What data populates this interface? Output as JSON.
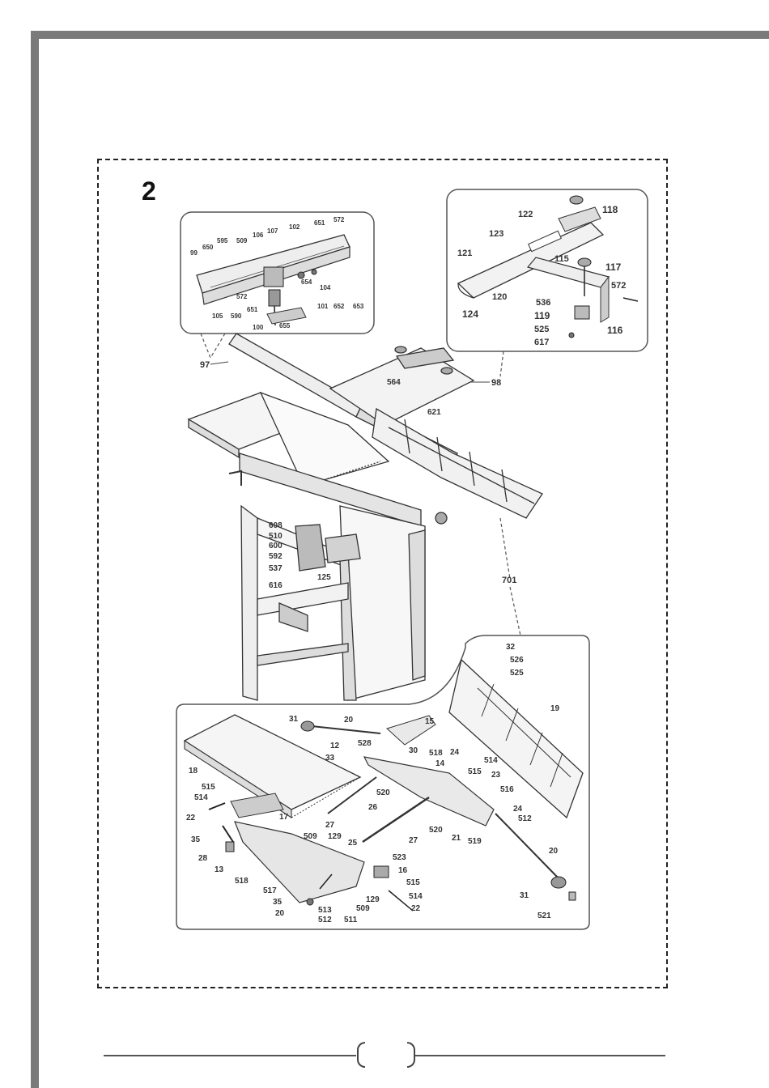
{
  "figure": {
    "number": "2",
    "labels": {
      "l97": "97",
      "l98": "98",
      "l701": "701",
      "t99": "99",
      "t650": "650",
      "t595": "595",
      "t106": "106",
      "t509": "509",
      "t107": "107",
      "t102": "102",
      "t651a": "651",
      "t572a": "572",
      "t654": "654",
      "t104": "104",
      "t572b": "572",
      "t651b": "651",
      "t101": "101",
      "t652": "652",
      "t653": "653",
      "t105": "105",
      "t590": "590",
      "t100": "100",
      "t655": "655",
      "r118": "118",
      "r122": "122",
      "r123": "123",
      "r121": "121",
      "r115": "115",
      "r117": "117",
      "r572": "572",
      "r120": "120",
      "r124": "124",
      "r536": "536",
      "r119": "119",
      "r525": "525",
      "r116": "116",
      "r617": "617",
      "m564": "564",
      "m621": "621",
      "m608": "608",
      "m510": "510",
      "m600": "600",
      "m592": "592",
      "m537": "537",
      "m616": "616",
      "m125": "125",
      "b32": "32",
      "b526": "526",
      "b525": "525",
      "b19": "19",
      "b31a": "31",
      "b20a": "20",
      "b15": "15",
      "b12": "12",
      "b528": "528",
      "b30": "30",
      "b518a": "518",
      "b33": "33",
      "b24a": "24",
      "b14": "14",
      "b514a": "514",
      "b18": "18",
      "b515a": "515",
      "b23": "23",
      "b516": "516",
      "b520a": "520",
      "b515b": "515",
      "b514b": "514",
      "b22a": "22",
      "b17": "17",
      "b26": "26",
      "b24b": "24",
      "b512a": "512",
      "b27a": "27",
      "b520b": "520",
      "b21": "21",
      "b519": "519",
      "b35a": "35",
      "b509a": "509",
      "b129a": "129",
      "b25": "25",
      "b27b": "27",
      "b20b": "20",
      "b28": "28",
      "b13": "13",
      "b523": "523",
      "b16": "16",
      "b518b": "518",
      "b515c": "515",
      "b517": "517",
      "b514c": "514",
      "b35b": "35",
      "b129b": "129",
      "b509b": "509",
      "b22b": "22",
      "b31b": "31",
      "b20c": "20",
      "b513": "513",
      "b512b": "512",
      "b511": "511",
      "b521": "521"
    }
  },
  "page": {
    "number": ""
  }
}
